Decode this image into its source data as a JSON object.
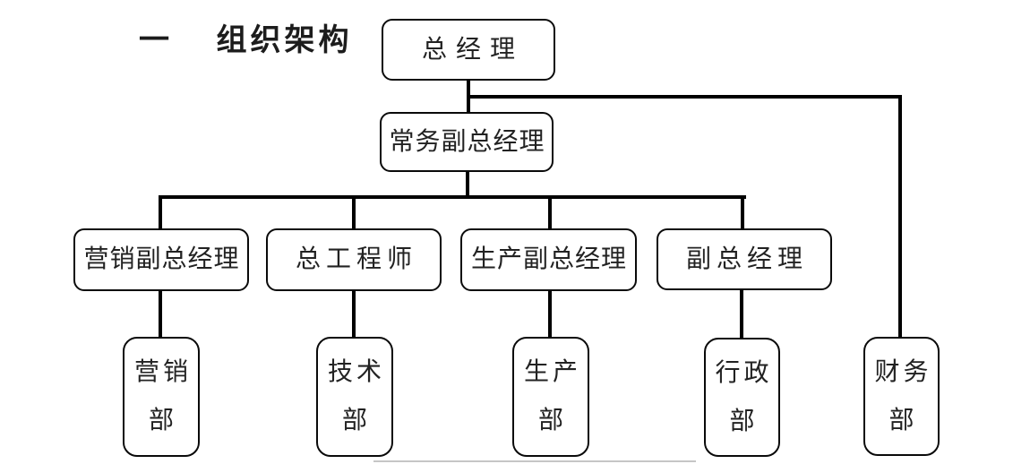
{
  "title": {
    "numeral": "一",
    "text": "组织架构"
  },
  "org": {
    "root": {
      "label": "总经理"
    },
    "vice_root": {
      "label": "常务副总经理"
    },
    "managers": [
      {
        "label": "营销副总经理"
      },
      {
        "label": "总工程师"
      },
      {
        "label": "生产副总经理"
      },
      {
        "label": "副总经理"
      }
    ],
    "departments": [
      {
        "line1": "营销",
        "line2": "部"
      },
      {
        "line1": "技术",
        "line2": "部"
      },
      {
        "line1": "生产",
        "line2": "部"
      },
      {
        "line1": "行政",
        "line2": "部"
      },
      {
        "line1": "财务",
        "line2": "部"
      }
    ]
  },
  "colors": {
    "line": "#000000",
    "box_border": "#0a0a0a",
    "text": "#222222",
    "background": "#ffffff"
  }
}
